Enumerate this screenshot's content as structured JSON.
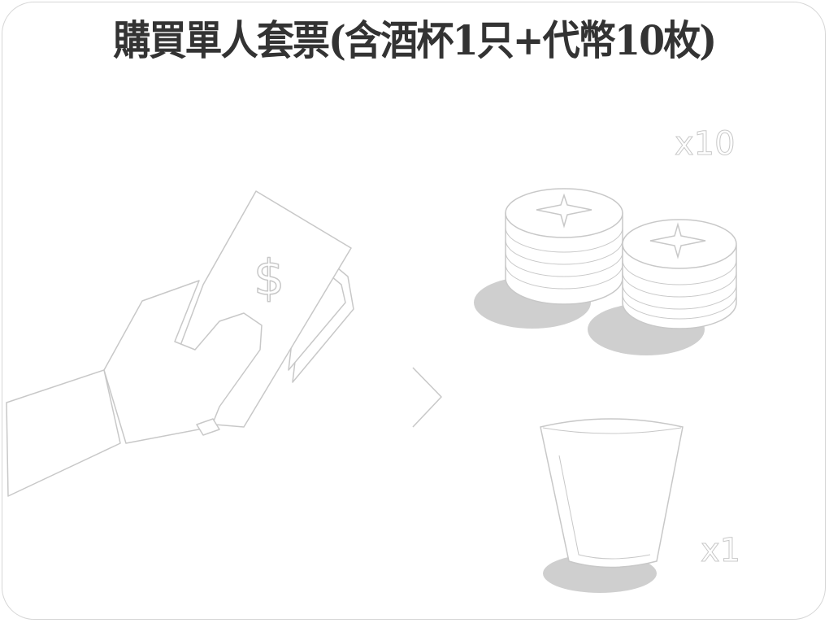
{
  "title": "購買單人套票(含酒杯1只+代幣10枚)",
  "coins_quantity": "x10",
  "cup_quantity": "x1",
  "colors": {
    "title": "#333333",
    "outline": "#cccccc",
    "shadow": "#cccccc"
  }
}
